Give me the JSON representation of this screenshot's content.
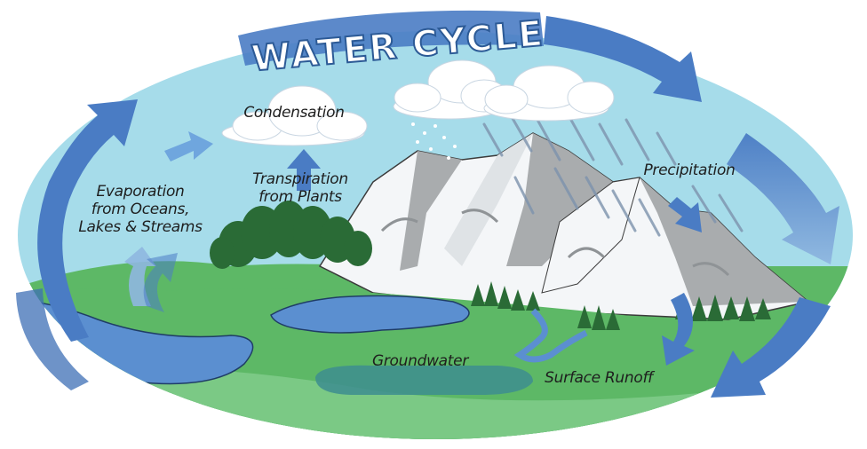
{
  "title": "WATER CYCLE",
  "labels": {
    "condensation": "Condensation",
    "transpiration": [
      "Transpiration",
      "from Plants"
    ],
    "evaporation": [
      "Evaporation",
      "from Oceans,",
      "Lakes & Streams"
    ],
    "precipitation": "Precipitation",
    "groundwater": "Groundwater",
    "surface_runoff": "Surface Runoff"
  },
  "colors": {
    "sky": "#a6dcea",
    "cycle_arrow": "#4a7cc4",
    "land": "#5db866",
    "water": "#5b8fd0",
    "groundwater": "#3d8d8f",
    "trees": "#2a6b36",
    "mountain_snow": "#f4f6f8",
    "mountain_rock": "#a9acae"
  }
}
